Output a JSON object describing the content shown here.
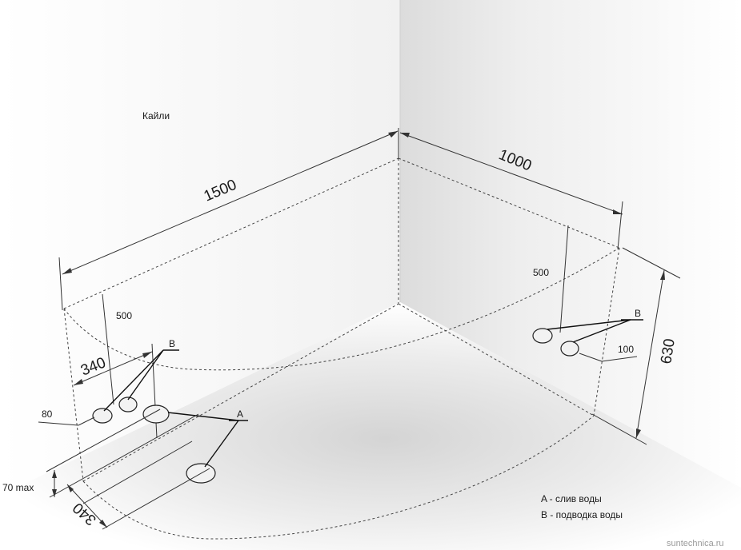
{
  "model": "Кайли",
  "dimensions": {
    "length": "1500",
    "width": "1000",
    "height": "630",
    "left_pipe_height": "500",
    "right_pipe_height": "500",
    "left_offset": "340",
    "left_bottom_offset": "340",
    "left_low": "80",
    "right_low": "100",
    "drain_max": "70 max"
  },
  "markers": {
    "a": "A",
    "b_left": "B",
    "b_right": "B"
  },
  "legend": {
    "a": "A - слив воды",
    "b": "B - подводка воды"
  },
  "watermark": "suntechnica.ru"
}
